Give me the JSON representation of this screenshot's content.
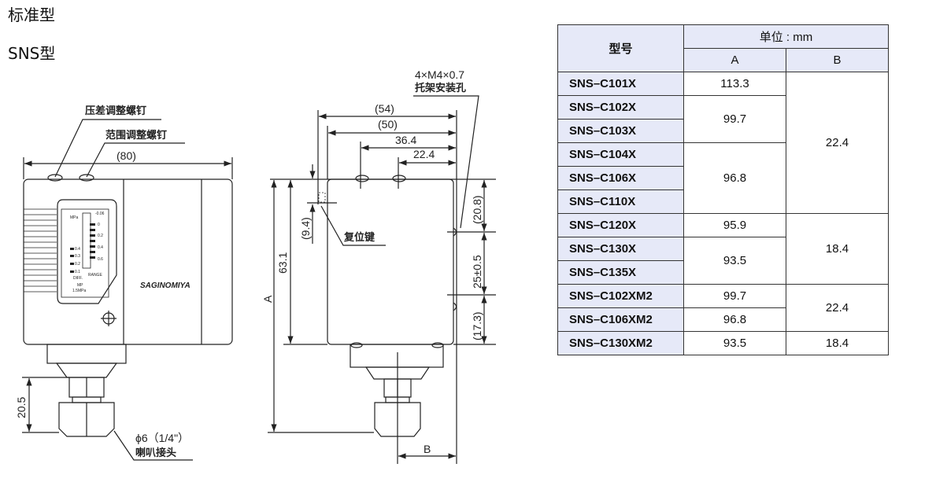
{
  "heading": "标准型",
  "subheading": "SNS型",
  "front_view": {
    "label_diff_screw": "压差调整螺钉",
    "label_range_screw": "范围调整螺钉",
    "dim_width": "(80)",
    "dim_fitting": "20.5",
    "label_fitting_size": "ϕ6（1/4\"）",
    "label_fitting": "喇叭接头",
    "logo": "SAGINOMIYA",
    "scale_unit": "MPa",
    "scale_range": [
      "-0.06",
      "0",
      "0.2",
      "0.4",
      "0.6"
    ],
    "scale_diff": [
      "0.4",
      "0.3",
      "0.2",
      "0.1"
    ],
    "scale_range_label": "RANGE",
    "scale_diff_label": "DIFF.",
    "scale_mp": "MP",
    "scale_mp_value": "1.5MPa"
  },
  "side_view": {
    "label_thread": "4×M4×0.7",
    "label_bracket": "托架安装孔",
    "dim_54": "(54)",
    "dim_50": "(50)",
    "dim_364": "36.4",
    "dim_224": "22.4",
    "dim_94": "(9.4)",
    "label_reset": "复位键",
    "dim_631": "63.1",
    "dim_A": "A",
    "dim_208": "(20.8)",
    "dim_25": "25±0.5",
    "dim_173": "(17.3)",
    "dim_B": "B"
  },
  "table": {
    "header_model": "型号",
    "header_unit": "单位 : mm",
    "header_a": "A",
    "header_b": "B",
    "models": [
      "SNS–C101X",
      "SNS–C102X",
      "SNS–C103X",
      "SNS–C104X",
      "SNS–C106X",
      "SNS–C110X",
      "SNS–C120X",
      "SNS–C130X",
      "SNS–C135X",
      "SNS–C102XM2",
      "SNS–C106XM2",
      "SNS–C130XM2"
    ],
    "a_values": [
      "113.3",
      "99.7",
      "96.8",
      "95.9",
      "93.5",
      "99.7",
      "96.8",
      "93.5"
    ],
    "b_values": [
      "22.4",
      "18.4",
      "22.4",
      "18.4"
    ]
  }
}
